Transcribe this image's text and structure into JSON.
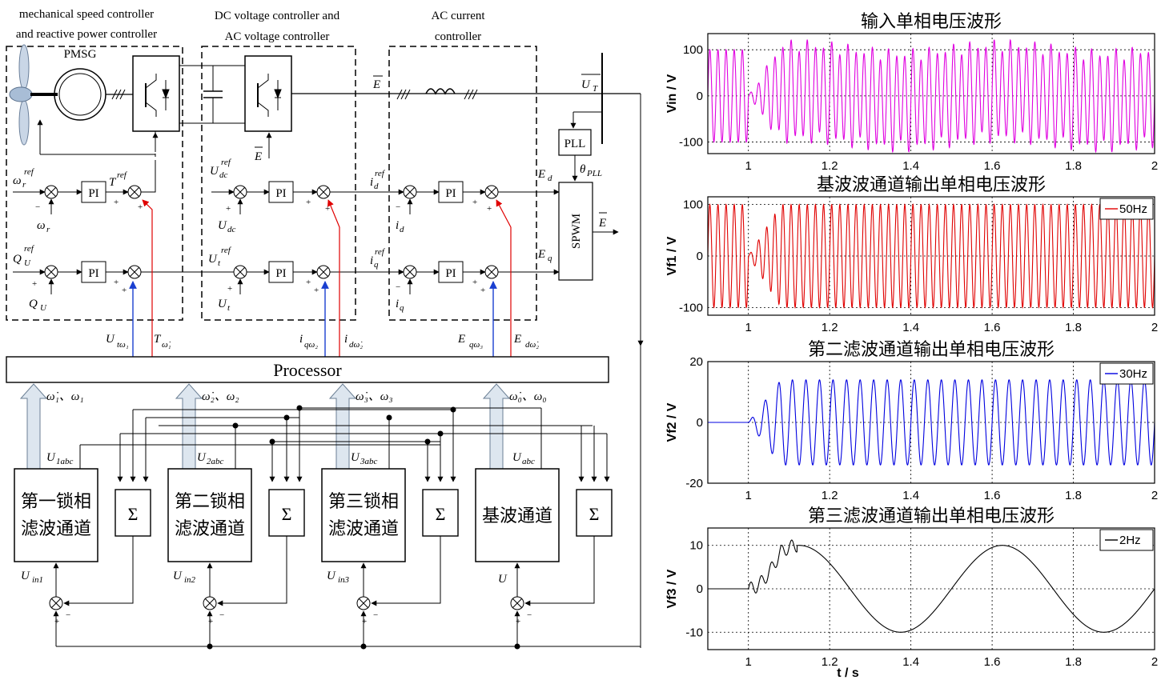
{
  "diagram": {
    "ctrl_labels": {
      "speed_line1": "mechanical speed controller",
      "speed_line2": "and reactive power controller",
      "dc_line1": "DC voltage controller and",
      "dc_line2": "AC voltage controller",
      "ac_line1": "AC current",
      "ac_line2": "controller"
    },
    "pmsg": "PMSG",
    "pll": "PLL",
    "spwm": "SPWM",
    "pi": "PI",
    "processor": "Processor",
    "sigma": "Σ",
    "channels": [
      {
        "line1": "第一锁相",
        "line2": "滤波通道",
        "u_top": "U",
        "u_top_sub": "1abc",
        "u_in": "U",
        "u_in_sub": "in1"
      },
      {
        "line1": "第二锁相",
        "line2": "滤波通道",
        "u_top": "U",
        "u_top_sub": "2abc",
        "u_in": "U",
        "u_in_sub": "in2"
      },
      {
        "line1": "第三锁相",
        "line2": "滤波通道",
        "u_top": "U",
        "u_top_sub": "3abc",
        "u_in": "U",
        "u_in_sub": "in3"
      },
      {
        "line1": "基波通道",
        "line2": "",
        "u_top": "U",
        "u_top_sub": "abc",
        "u_in": "U",
        "u_in_sub": ""
      }
    ],
    "signals": {
      "omega_r_ref": "ω",
      "omega_r": "ω",
      "t_ref": "T",
      "ref": "ref",
      "q_u_ref": "Q",
      "q_u": "Q",
      "u_dc_ref": "U",
      "u_dc": "U",
      "u_t_ref": "U",
      "u_t": "U",
      "i_d_ref": "i",
      "i_d": "i",
      "i_q_ref": "i",
      "i_q": "i",
      "e_d": "E",
      "e_q": "E",
      "e_bar": "E",
      "u_t_bar": "U",
      "theta_pll": "θ",
      "u_tw1": "U",
      "t_w1": "T",
      "i_qw2": "i",
      "i_dw2": "i",
      "e_qw3": "E",
      "e_dw2": "E",
      "w_pair1": "ω̇₁、ω₁",
      "w_pair2": "ω̇₂、ω₂",
      "w_pair3": "ω̇₃、ω₃",
      "w_pair0": "ω̇₀、ω₀"
    }
  },
  "chart_data": [
    {
      "type": "line",
      "title": "输入单相电压波形",
      "ylabel": "Vin / V",
      "xlim": [
        0.9,
        2.0
      ],
      "ylim": [
        -125,
        135
      ],
      "xticks": [
        "1",
        "1.2",
        "1.4",
        "1.6",
        "1.8",
        "2"
      ],
      "yticks": [
        "100",
        "0",
        "-100"
      ],
      "legend": "",
      "series": [
        {
          "color": "#e000e0",
          "components": [
            {
              "amp": 100,
              "freq": 50
            },
            {
              "amp": 14,
              "freq": 30
            },
            {
              "amp": 10,
              "freq": 2
            }
          ]
        }
      ]
    },
    {
      "type": "line",
      "title": "基波波通道输出单相电压波形",
      "ylabel": "Vf1 / V",
      "xlim": [
        0.9,
        2.0
      ],
      "ylim": [
        -115,
        115
      ],
      "xticks": [
        "1",
        "1.2",
        "1.4",
        "1.6",
        "1.8",
        "2"
      ],
      "yticks": [
        "100",
        "0",
        "-100"
      ],
      "legend": "50Hz",
      "series": [
        {
          "color": "#e00000",
          "components": [
            {
              "amp": 100,
              "freq": 50
            }
          ]
        }
      ]
    },
    {
      "type": "line",
      "title": "第二滤波通道输出单相电压波形",
      "ylabel": "Vf2 / V",
      "xlim": [
        0.9,
        2.0
      ],
      "ylim": [
        -20,
        20
      ],
      "xticks": [
        "1",
        "1.2",
        "1.4",
        "1.6",
        "1.8",
        "2"
      ],
      "yticks": [
        "20",
        "0",
        "-20"
      ],
      "legend": "30Hz",
      "series": [
        {
          "color": "#0000e0",
          "components": [
            {
              "amp": 14,
              "freq": 30
            }
          ]
        }
      ]
    },
    {
      "type": "line",
      "title": "第三滤波通道输出单相电压波形",
      "ylabel": "Vf3 / V",
      "xlabel": "t / s",
      "xlim": [
        0.9,
        2.0
      ],
      "ylim": [
        -14,
        14
      ],
      "xticks": [
        "1",
        "1.2",
        "1.4",
        "1.6",
        "1.8",
        "2"
      ],
      "yticks": [
        "10",
        "0",
        "-10"
      ],
      "legend": "2Hz",
      "series": [
        {
          "color": "#000000",
          "components": [
            {
              "amp": 10,
              "freq": 2
            }
          ]
        }
      ]
    }
  ]
}
